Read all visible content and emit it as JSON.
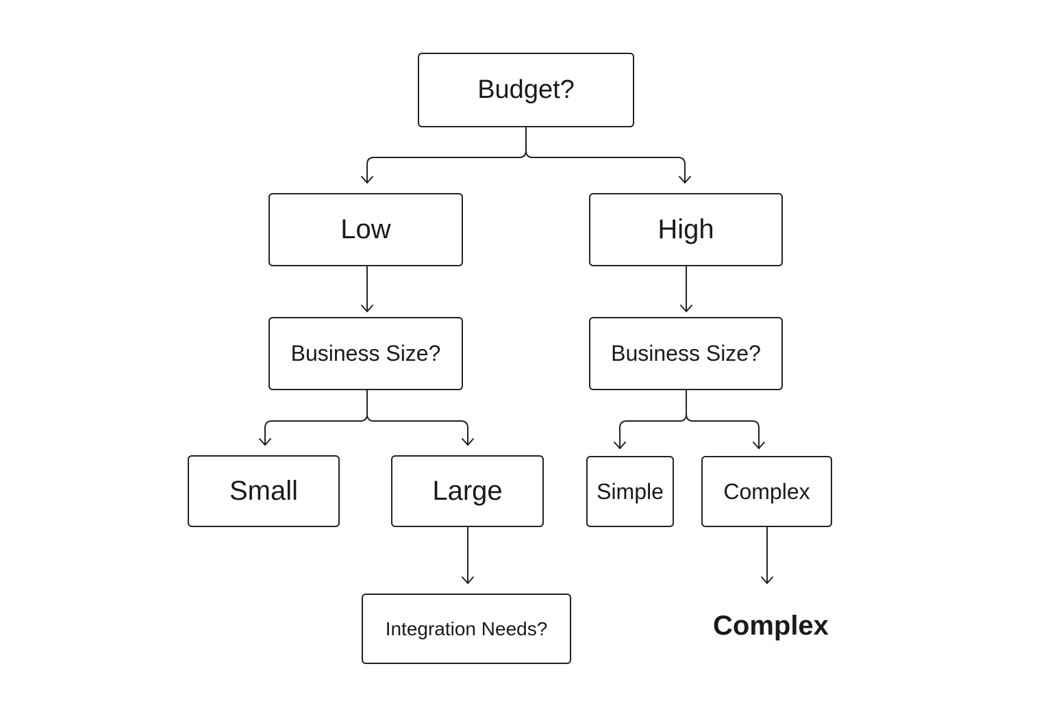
{
  "diagram": {
    "nodes": {
      "budget": "Budget?",
      "low": "Low",
      "high": "High",
      "business_size_left": "Business Size?",
      "business_size_right": "Business Size?",
      "small": "Small",
      "large": "Large",
      "simple": "Simple",
      "complex": "Complex",
      "integration_needs": "Integration Needs?",
      "complex_outcome": "Complex"
    },
    "edges": [
      {
        "from": "budget",
        "to": "low"
      },
      {
        "from": "budget",
        "to": "high"
      },
      {
        "from": "low",
        "to": "business_size_left"
      },
      {
        "from": "high",
        "to": "business_size_right"
      },
      {
        "from": "business_size_left",
        "to": "small"
      },
      {
        "from": "business_size_left",
        "to": "large"
      },
      {
        "from": "business_size_right",
        "to": "simple"
      },
      {
        "from": "business_size_right",
        "to": "complex"
      },
      {
        "from": "large",
        "to": "integration_needs"
      },
      {
        "from": "complex",
        "to": "complex_outcome"
      }
    ],
    "colors": {
      "stroke": "#222222",
      "text": "#1a1a1a",
      "background": "#ffffff"
    }
  }
}
